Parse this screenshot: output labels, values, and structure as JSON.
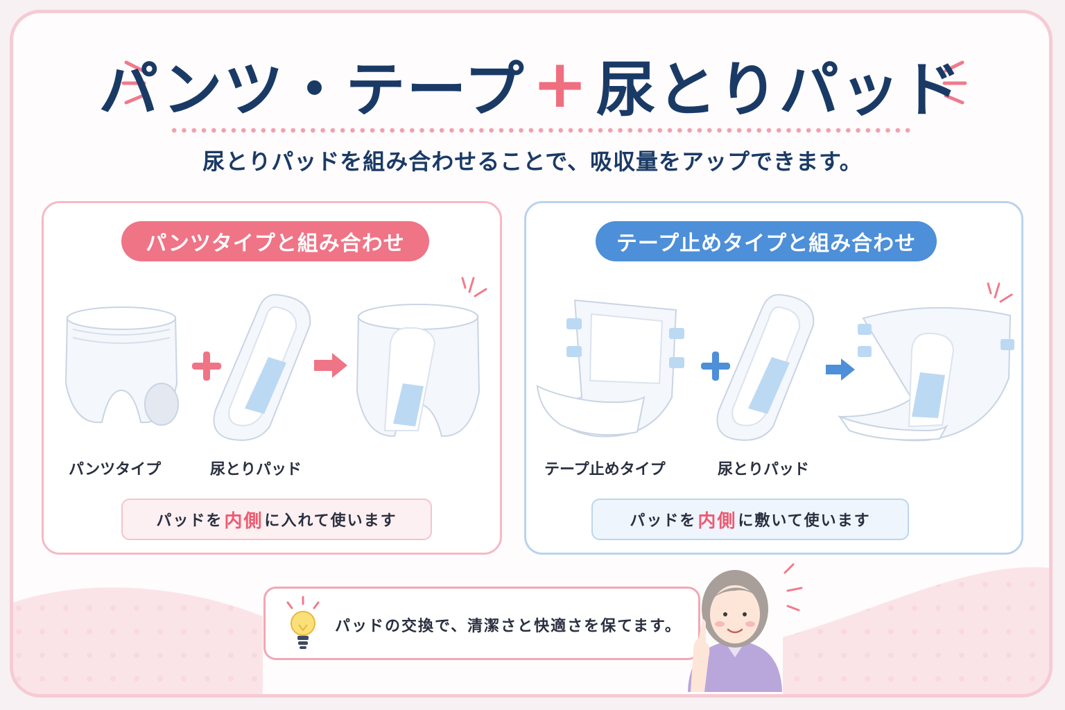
{
  "header": {
    "title_part1": "パンツ・テープ",
    "title_plus": "+",
    "title_part2": "尿とりパッド",
    "subtitle": "尿とりパッドを組み合わせることで、吸収量をアップできます。"
  },
  "panels": [
    {
      "heading": "パンツタイプと組み合わせ",
      "item1_label": "パンツタイプ",
      "item2_label": "尿とりパッド",
      "note_before": "パッドを",
      "note_highlight": "内側",
      "note_after": "に入れて使います"
    },
    {
      "heading": "テープ止めタイプと組み合わせ",
      "item1_label": "テープ止めタイプ",
      "item2_label": "尿とりパッド",
      "note_before": "パッドを",
      "note_highlight": "内側",
      "note_after": "に敷いて使います"
    }
  ],
  "tip": {
    "text": "パッドの交換で、清潔さと快適さを保てます。"
  },
  "icons": {
    "plus": "plus-icon",
    "arrow": "arrow-right-icon",
    "bulb": "lightbulb-icon",
    "sparkle": "sparkle-icon"
  },
  "colors": {
    "title": "#1a3a66",
    "pink_accent": "#ef7486",
    "blue_accent": "#4d8fd8",
    "highlight": "#ef5a70",
    "pad_core": "#bcd9f3"
  }
}
